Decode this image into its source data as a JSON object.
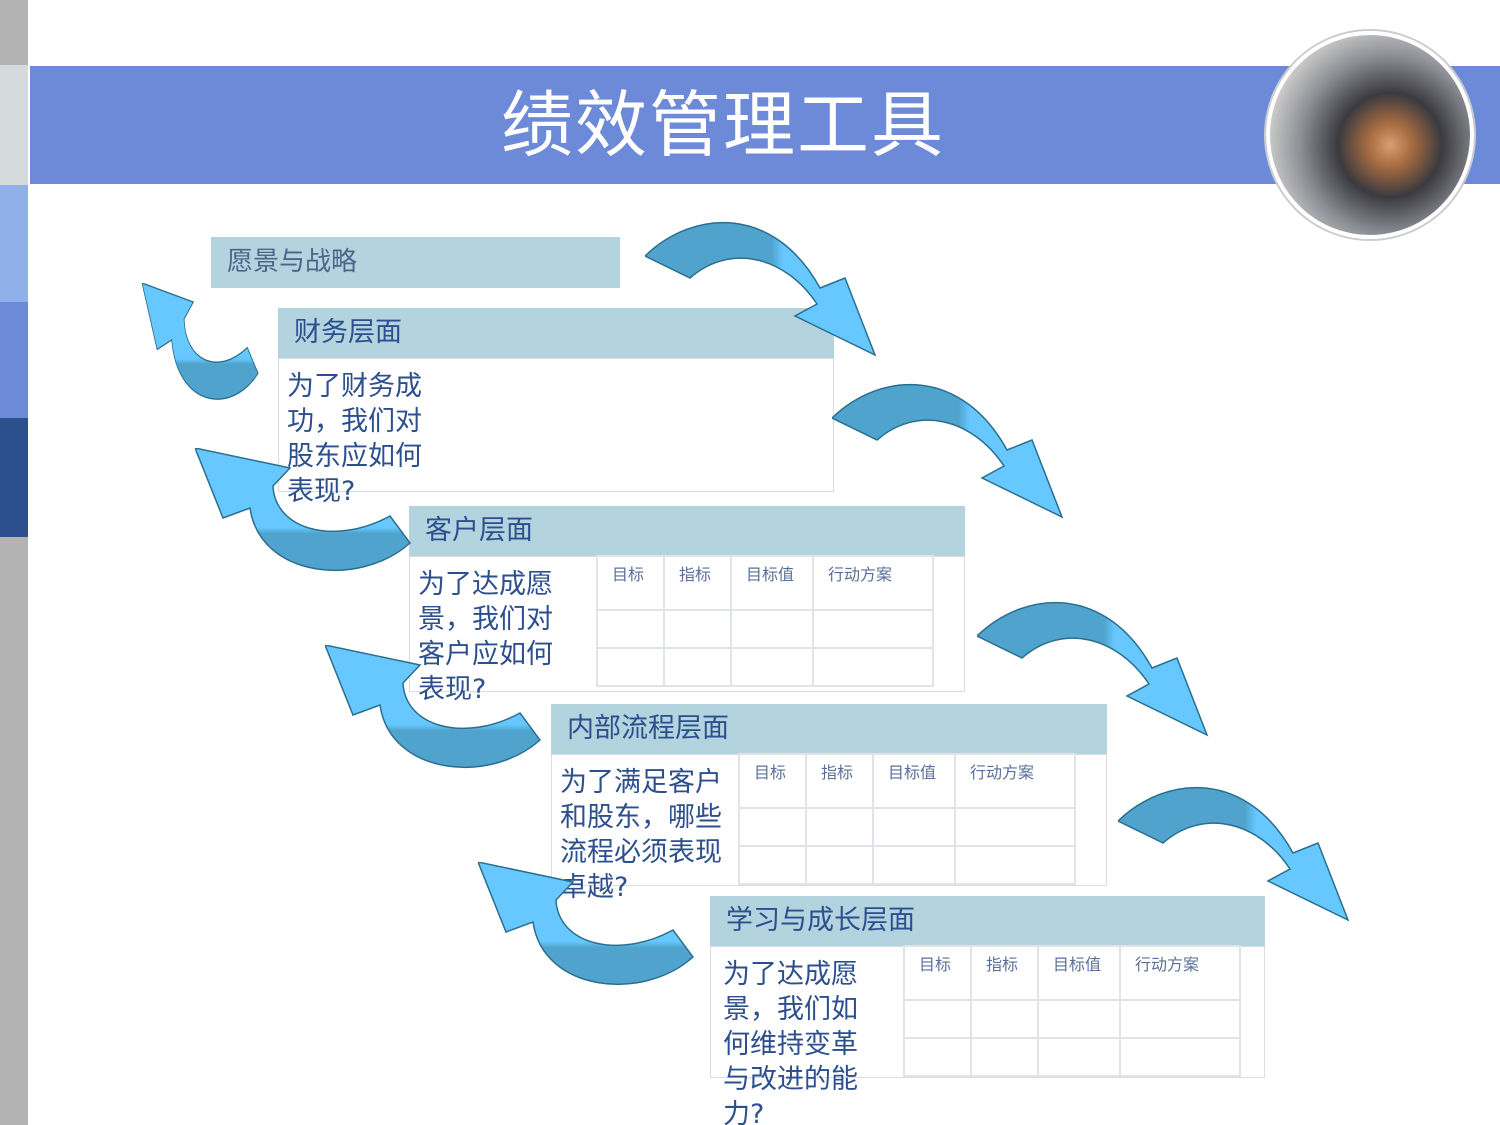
{
  "title": "绩效管理工具",
  "vision": "愿景与战略",
  "colors": {
    "banner": "#6d8ad8",
    "header": "#b3d3df",
    "text": "#2c4f8e",
    "arrow_light": "#66c8ff",
    "arrow_dark": "#4fa3cc"
  },
  "perspectives": [
    {
      "title": "财务层面",
      "question": "为了财务成功，我们对股东应如何表现?"
    },
    {
      "title": "客户层面",
      "question": "为了达成愿景，我们对客户应如何表现?",
      "columns": [
        "目标",
        "指标",
        "目标值",
        "行动方案"
      ]
    },
    {
      "title": "内部流程层面",
      "question": "为了满足客户和股东，哪些流程必须表现卓越?",
      "columns": [
        "目标",
        "指标",
        "目标值",
        "行动方案"
      ]
    },
    {
      "title": "学习与成长层面",
      "question": "为了达成愿景，我们如何维持变革与改进的能力?",
      "columns": [
        "目标",
        "指标",
        "目标值",
        "行动方案"
      ]
    }
  ]
}
